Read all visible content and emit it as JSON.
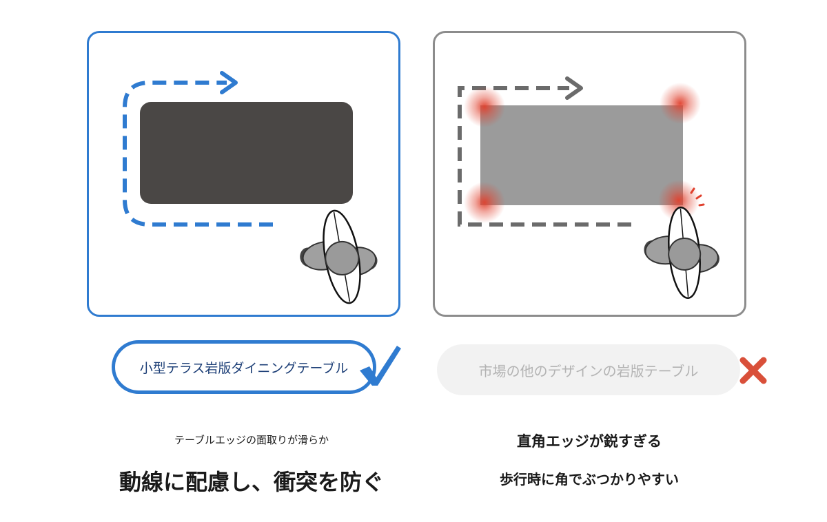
{
  "left": {
    "label": "小型テラス岩版ダイニングテーブル",
    "caption_small": "テーブルエッジの面取りが滑らか",
    "caption_large": "動線に配慮し、衝突を防ぐ",
    "accent_color": "#2f7bd0",
    "table_color": "#4a4745",
    "mark_icon": "check-icon"
  },
  "right": {
    "label": "市場の他のデザインの岩版テーブル",
    "caption_1": "直角エッジが鋭すぎる",
    "caption_2": "歩行時に角でぶつかりやすい",
    "border_color": "#8c8c8c",
    "table_color": "#9b9b9b",
    "corner_glow_color": "#e0412e",
    "mark_icon": "cross-icon",
    "mark_color": "#d9503a"
  }
}
